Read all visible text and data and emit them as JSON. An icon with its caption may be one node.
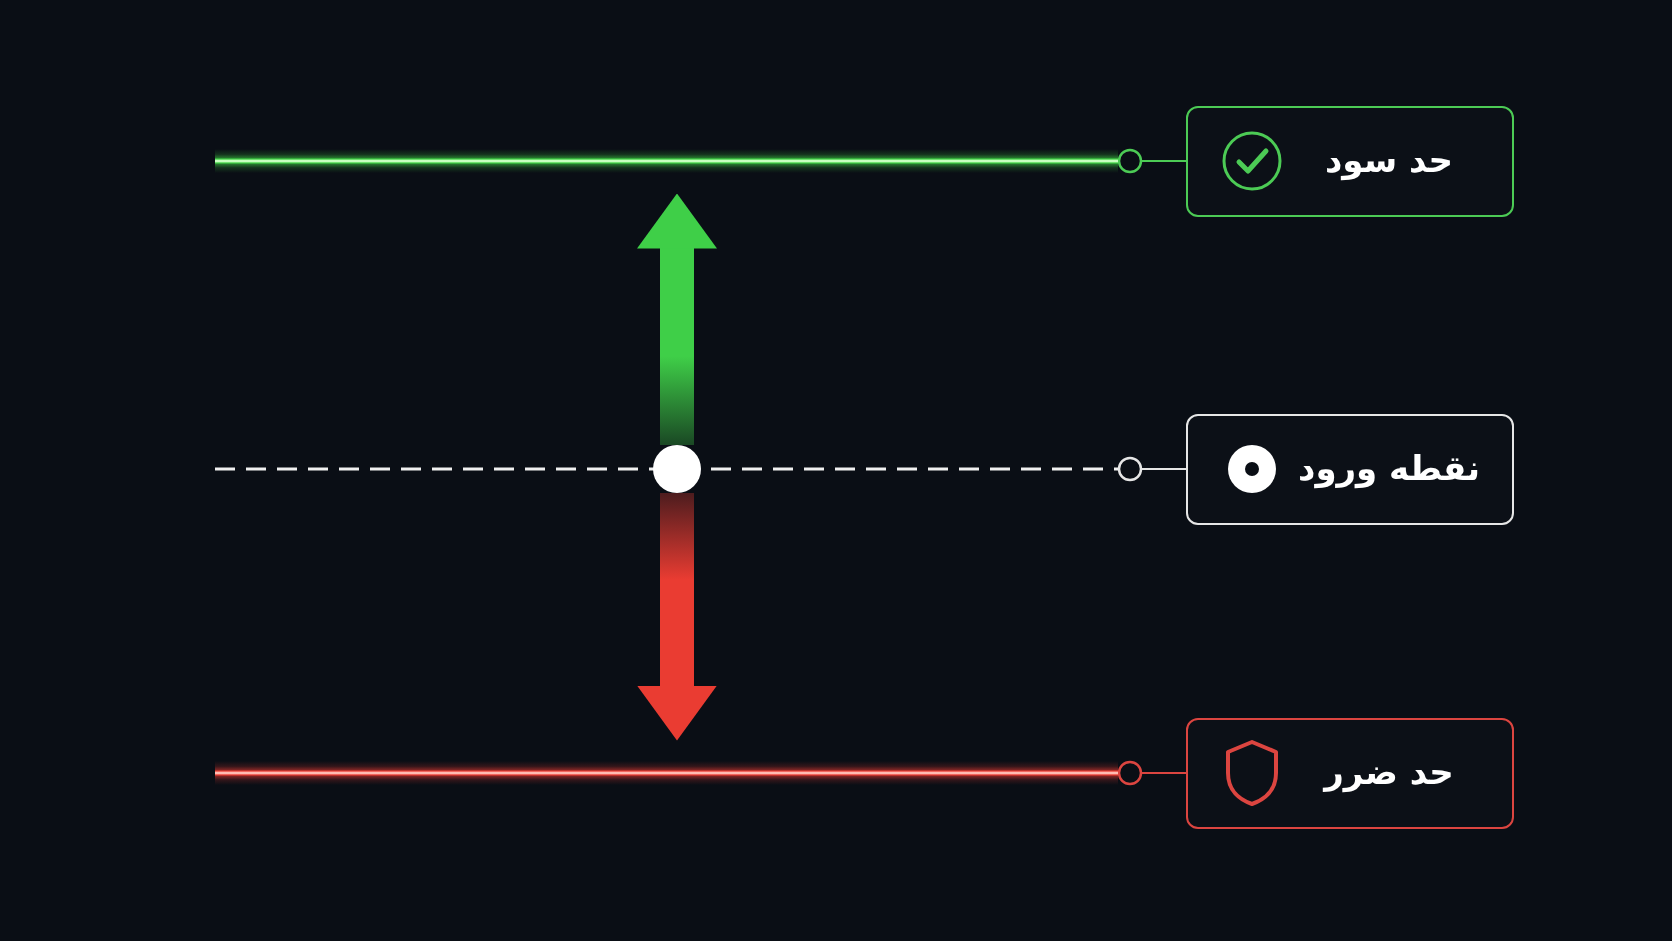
{
  "diagram": {
    "nodes": [
      {
        "text": [
          "حد سود"
        ]
      },
      {
        "text": [
          "نقطه ورود"
        ]
      },
      {
        "text": [
          "حد ضرر"
        ]
      },
      {
        "text": [],
        "shape": "line"
      },
      {
        "text": [],
        "shape": "line"
      },
      {
        "text": [],
        "shape": "line"
      },
      {
        "text": [],
        "shape": "circle"
      }
    ],
    "edges": [
      {
        "from": 3,
        "to": 0,
        "arrow": "other",
        "color": "#4ccb55"
      },
      {
        "from": 4,
        "to": 1,
        "arrow": "other",
        "color": "#e6e6e6"
      },
      {
        "from": 5,
        "to": 2,
        "arrow": "other",
        "color": "#dc4540"
      },
      {
        "from": 6,
        "to": 3,
        "arrow": "to",
        "style": "thick",
        "color": "#3fcf48"
      },
      {
        "from": 6,
        "to": 5,
        "arrow": "to",
        "style": "thick",
        "color": "#ea3c32"
      }
    ]
  }
}
